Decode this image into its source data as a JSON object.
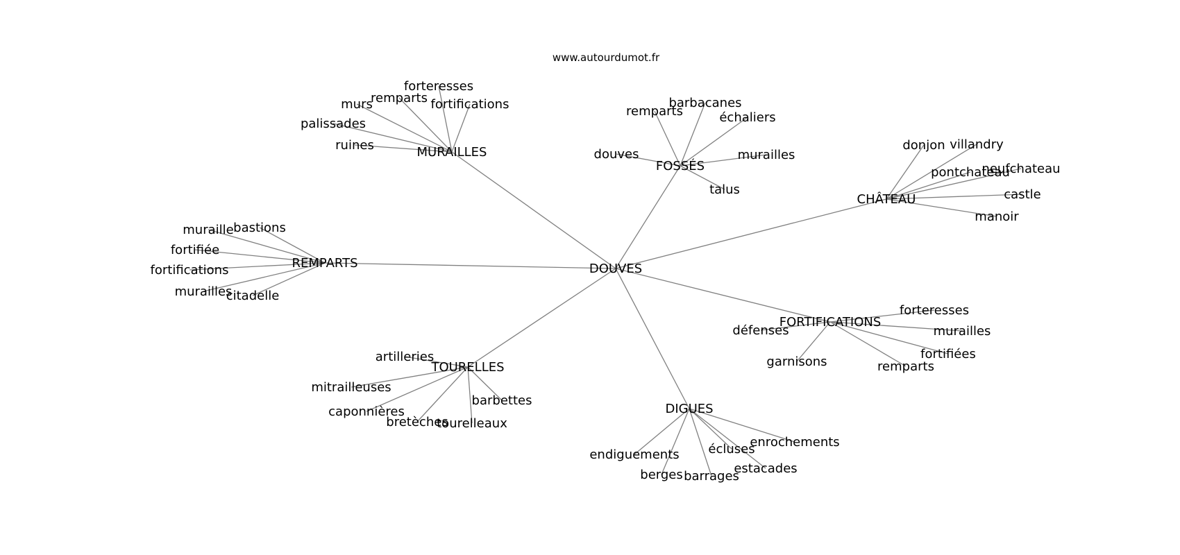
{
  "source": "www.autourdumot.fr",
  "center": "DOUVES",
  "groups": [
    {
      "label": "MURAILLES",
      "children": [
        "forteresses",
        "remparts",
        "fortifications",
        "murs",
        "palissades",
        "ruines"
      ]
    },
    {
      "label": "FOSSÉS",
      "children": [
        "barbacanes",
        "remparts",
        "échaliers",
        "douves",
        "murailles",
        "talus"
      ]
    },
    {
      "label": "CHÂTEAU",
      "children": [
        "donjon",
        "villandry",
        "pontchateau",
        "neufchateau",
        "castle",
        "manoir"
      ]
    },
    {
      "label": "REMPARTS",
      "children": [
        "muraille",
        "bastions",
        "fortifiée",
        "fortifications",
        "murailles",
        "citadelle"
      ]
    },
    {
      "label": "FORTIFICATIONS",
      "children": [
        "forteresses",
        "défenses",
        "murailles",
        "fortifiées",
        "garnisons",
        "remparts"
      ]
    },
    {
      "label": "TOURELLES",
      "children": [
        "artilleries",
        "mitrailleuses",
        "barbettes",
        "caponnières",
        "bretèches",
        "tourelleaux"
      ]
    },
    {
      "label": "DIGUES",
      "children": [
        "enrochements",
        "écluses",
        "endiguements",
        "estacades",
        "berges",
        "barrages"
      ]
    }
  ]
}
